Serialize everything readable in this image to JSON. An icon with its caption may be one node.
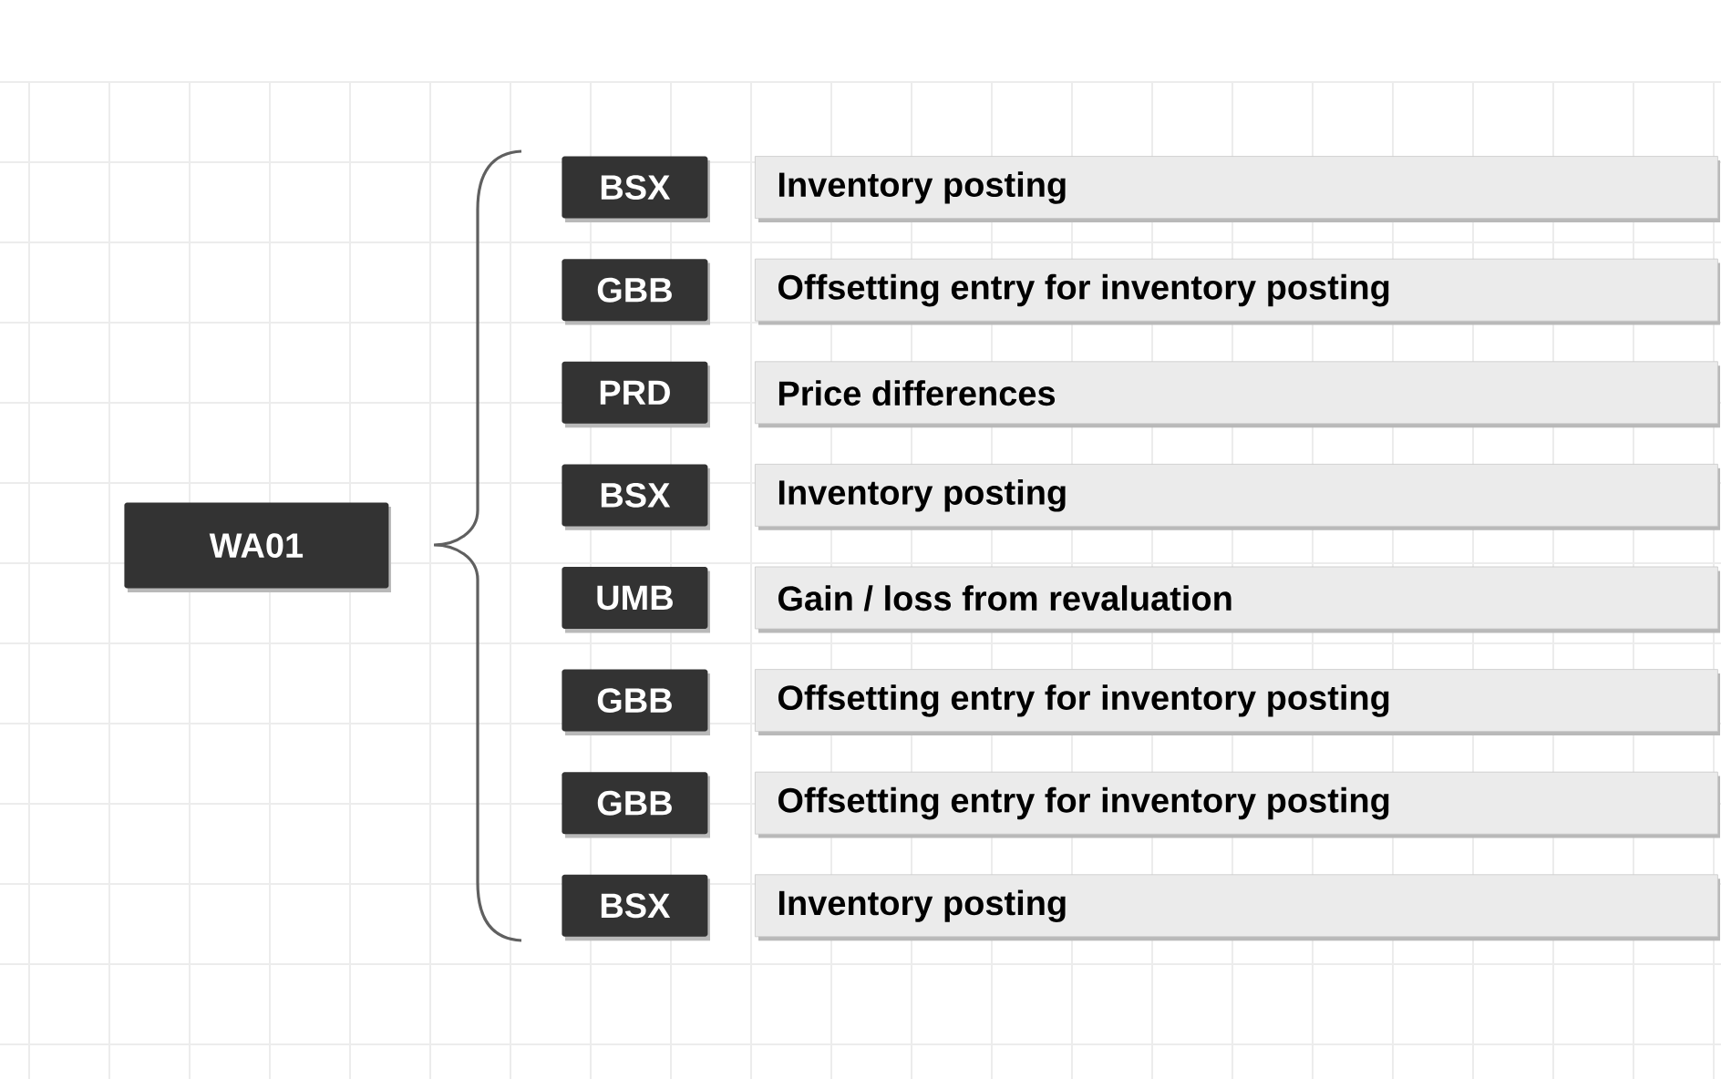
{
  "diagram": {
    "nodes": [
      {
        "text": [
          "WA01"
        ]
      },
      {
        "text": [
          "BSX"
        ]
      },
      {
        "text": [
          "Inventory posting"
        ]
      },
      {
        "text": [
          "GBB"
        ]
      },
      {
        "text": [
          "Offsetting entry for inventory posting"
        ]
      },
      {
        "text": [
          "PRD"
        ]
      },
      {
        "text": [
          "Price differences"
        ]
      },
      {
        "text": [
          "BSX"
        ]
      },
      {
        "text": [
          "Inventory posting"
        ]
      },
      {
        "text": [
          "UMB"
        ]
      },
      {
        "text": [
          "Gain / loss from revaluation"
        ]
      },
      {
        "text": [
          "GBB"
        ]
      },
      {
        "text": [
          "Offsetting entry for inventory posting"
        ]
      },
      {
        "text": [
          "GBB"
        ]
      },
      {
        "text": [
          "Offsetting entry for inventory posting"
        ]
      },
      {
        "text": [
          "BSX"
        ]
      },
      {
        "text": [
          "Inventory posting"
        ]
      }
    ]
  }
}
